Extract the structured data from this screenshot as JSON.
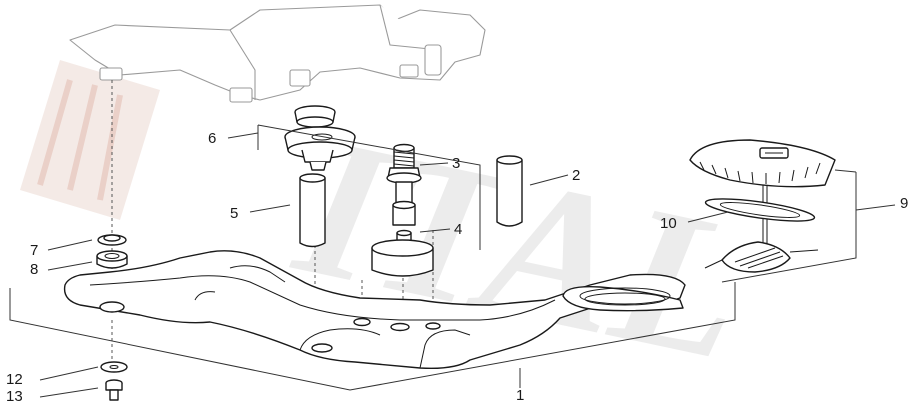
{
  "callouts": {
    "c1": "1",
    "c2": "2",
    "c3": "3",
    "c4": "4",
    "c5": "5",
    "c6": "6",
    "c7": "7",
    "c8": "8",
    "c9": "9",
    "c10": "10",
    "c12": "12",
    "c13": "13"
  },
  "watermark": {
    "text": "ITAL",
    "color": "#c8c8c8",
    "accent": "#e8b0a0"
  }
}
